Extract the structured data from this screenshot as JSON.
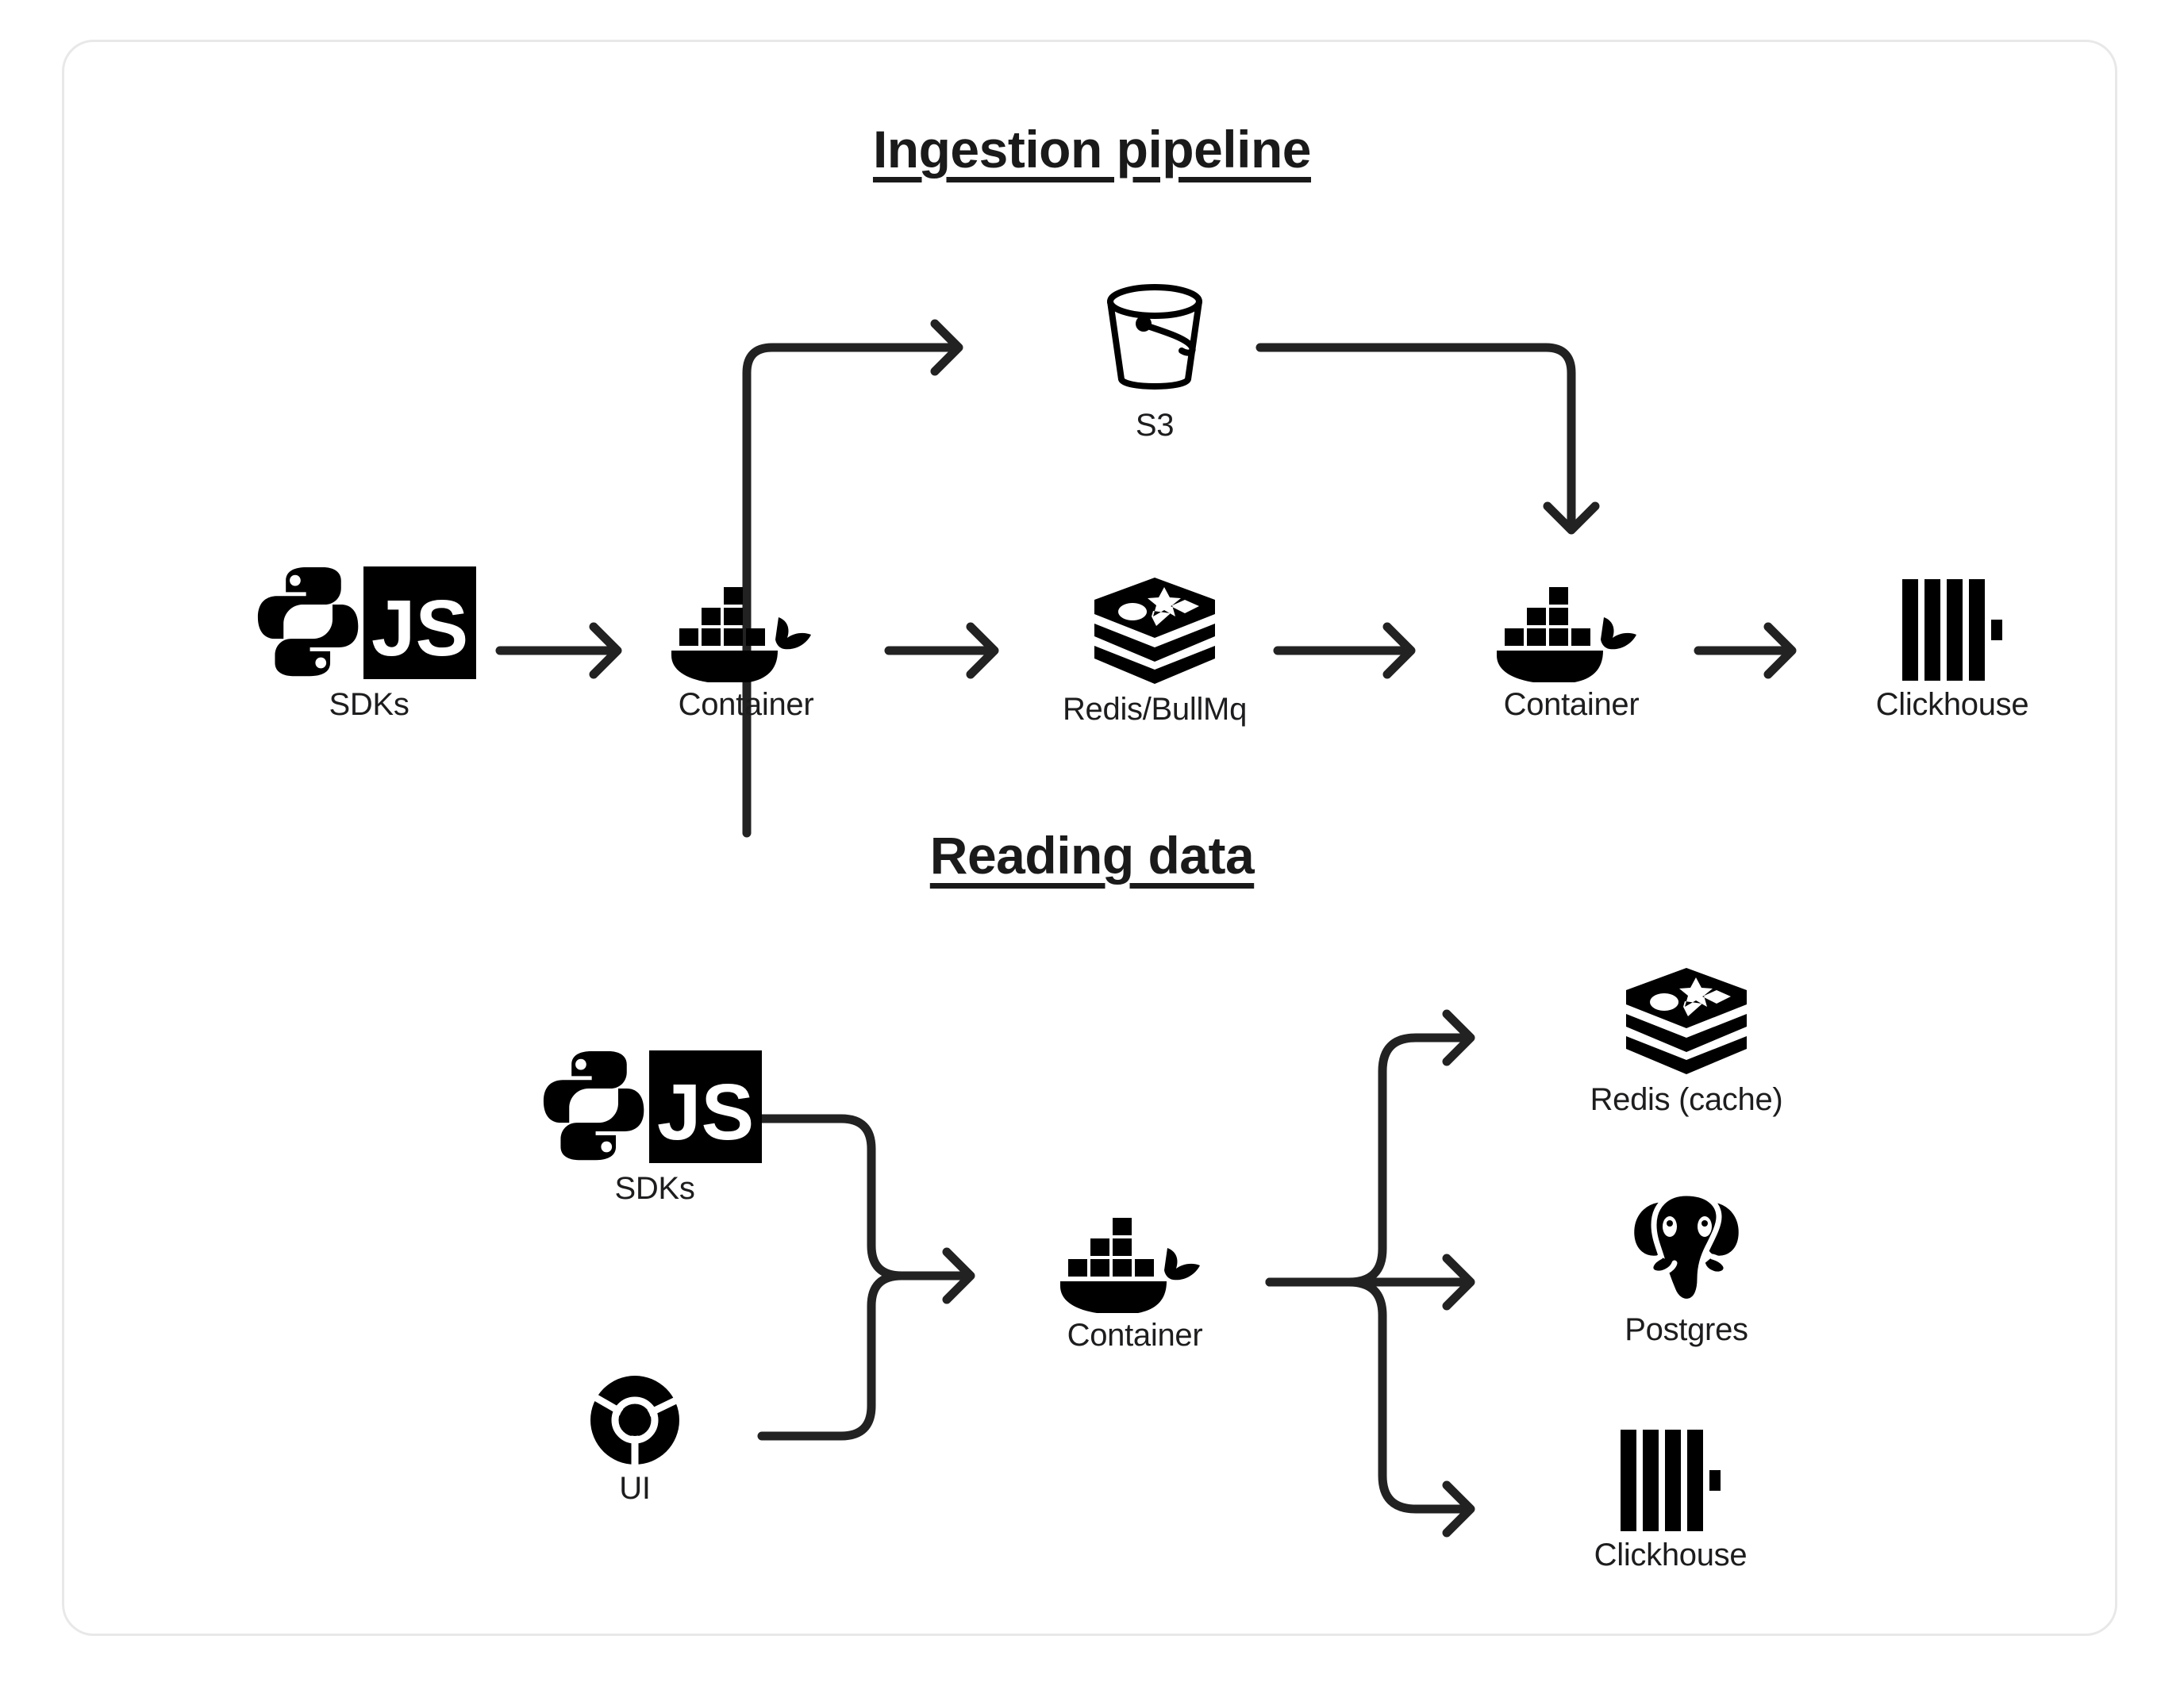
{
  "card": {
    "border_color": "#e8e8e8",
    "background": "#ffffff"
  },
  "sections": [
    {
      "id": "ingestion",
      "title": "Ingestion pipeline",
      "nodes": [
        {
          "id": "sdks-1",
          "label": "SDKs",
          "icon": "python-js-sdk-icon"
        },
        {
          "id": "container-1",
          "label": "Container",
          "icon": "docker-whale-icon"
        },
        {
          "id": "s3",
          "label": "S3",
          "icon": "s3-bucket-icon"
        },
        {
          "id": "redis-bullmq",
          "label": "Redis/BullMq",
          "icon": "redis-stack-icon"
        },
        {
          "id": "container-2",
          "label": "Container",
          "icon": "docker-whale-icon"
        },
        {
          "id": "clickhouse-1",
          "label": "Clickhouse",
          "icon": "clickhouse-bars-icon"
        }
      ],
      "edges": [
        {
          "from": "sdks-1",
          "to": "container-1",
          "style": "straight-right"
        },
        {
          "from": "container-1",
          "to": "s3",
          "style": "up-then-right"
        },
        {
          "from": "container-1",
          "to": "redis-bullmq",
          "style": "straight-right"
        },
        {
          "from": "s3",
          "to": "container-2",
          "style": "right-then-down"
        },
        {
          "from": "redis-bullmq",
          "to": "container-2",
          "style": "straight-right"
        },
        {
          "from": "container-2",
          "to": "clickhouse-1",
          "style": "straight-right"
        }
      ]
    },
    {
      "id": "reading",
      "title": "Reading data",
      "nodes": [
        {
          "id": "sdks-2",
          "label": "SDKs",
          "icon": "python-js-sdk-icon"
        },
        {
          "id": "ui",
          "label": "UI",
          "icon": "chrome-icon"
        },
        {
          "id": "container-3",
          "label": "Container",
          "icon": "docker-whale-icon"
        },
        {
          "id": "redis-cache",
          "label": "Redis (cache)",
          "icon": "redis-stack-icon"
        },
        {
          "id": "postgres",
          "label": "Postgres",
          "icon": "postgres-elephant-icon"
        },
        {
          "id": "clickhouse-2",
          "label": "Clickhouse",
          "icon": "clickhouse-bars-icon"
        }
      ],
      "edges": [
        {
          "from": "sdks-2",
          "to": "container-3",
          "style": "merge-from-top"
        },
        {
          "from": "ui",
          "to": "container-3",
          "style": "merge-from-bottom"
        },
        {
          "from": "container-3",
          "to": "redis-cache",
          "style": "branch-up"
        },
        {
          "from": "container-3",
          "to": "postgres",
          "style": "straight-right"
        },
        {
          "from": "container-3",
          "to": "clickhouse-2",
          "style": "branch-down"
        }
      ]
    }
  ],
  "colors": {
    "ink": "#1a1a1a",
    "label": "#1d1d1f",
    "arrow": "#222222",
    "card_border": "#e8e8e8"
  }
}
